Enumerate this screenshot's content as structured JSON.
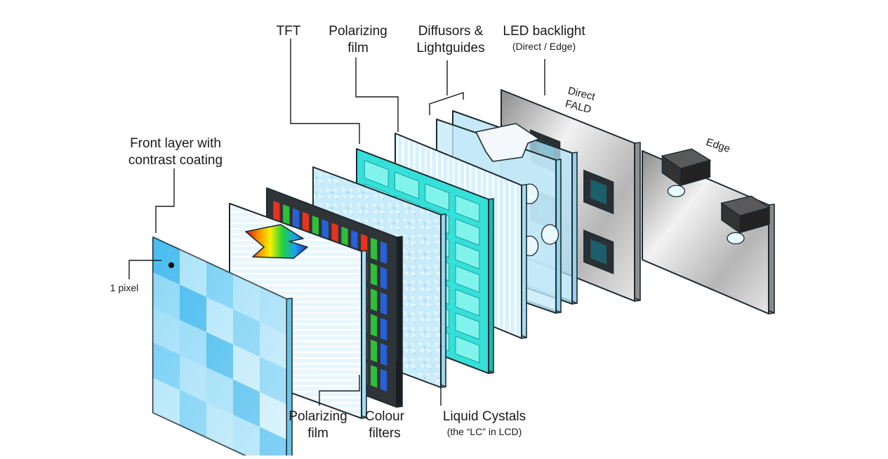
{
  "labels": {
    "tft": "TFT",
    "polarizing_film_top": [
      "Polarizing",
      "film"
    ],
    "diffusors": [
      "Diffusors &",
      "Lightguides"
    ],
    "led_backlight": "LED backlight",
    "led_backlight_sub": "(Direct / Edge)",
    "front_layer": [
      "Front layer with",
      "contrast coating"
    ],
    "one_pixel": "1 pixel",
    "polarizing_film_bottom": [
      "Polarizing",
      "film"
    ],
    "colour_filters": [
      "Colour",
      "filters"
    ],
    "liquid_crystals": "Liquid Cystals",
    "liquid_crystals_sub": "(the “LC” in LCD)",
    "direct": "Direct",
    "fald": "FALD",
    "edge": "Edge"
  },
  "colors": {
    "front_glass": "#6fcff5",
    "glass": "#cfeefb",
    "tft": "#34e0d8",
    "backlight": "#cccccc",
    "outline": "#1e2a30",
    "red": "#e8331e",
    "green": "#2fbf3a",
    "blue": "#2860d8"
  }
}
